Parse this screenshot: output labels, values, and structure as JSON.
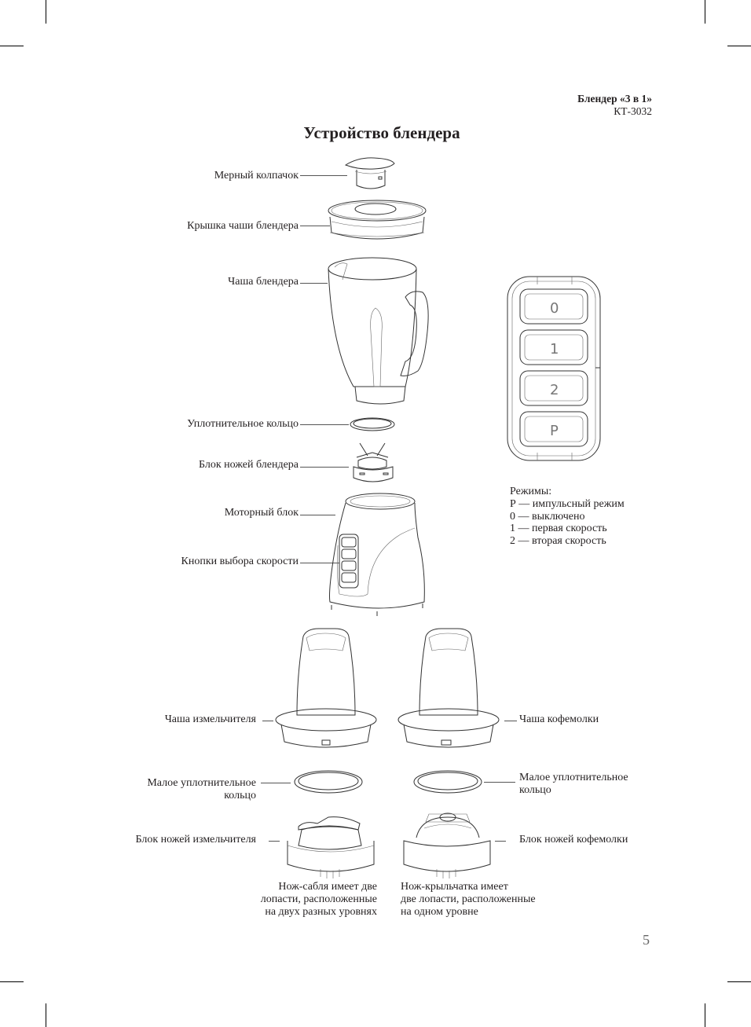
{
  "header": {
    "product_title": "Блендер «3 в 1»",
    "model": "КТ-3032"
  },
  "page_title": "Устройство блендера",
  "blender_parts": [
    {
      "label": "Мерный колпачок",
      "icon": "measuring-cap-icon"
    },
    {
      "label": "Крышка чаши блендера",
      "icon": "jar-lid-icon"
    },
    {
      "label": "Чаша блендера",
      "icon": "blender-jar-icon"
    },
    {
      "label": "Уплотнительное  кольцо",
      "icon": "sealing-ring-icon"
    },
    {
      "label": "Блок ножей блендера",
      "icon": "blade-unit-icon"
    },
    {
      "label": "Моторный блок",
      "icon": "motor-base-icon"
    },
    {
      "label": "Кнопки выбора скорости",
      "icon": "speed-buttons-icon"
    }
  ],
  "control_panel": {
    "buttons": [
      "0",
      "1",
      "2",
      "P"
    ]
  },
  "modes": {
    "title": "Режимы:",
    "items": [
      "Р — импульсный режим",
      "0 — выключено",
      "1 — первая скорость",
      "2 — вторая скорость"
    ]
  },
  "chopper": {
    "bowl_label": "Чаша измельчителя",
    "ring_label_line1": "Малое уплотнительное",
    "ring_label_line2": "кольцо",
    "blade_label": "Блок ножей измельчителя",
    "note": [
      "Нож-сабля имеет две",
      "лопасти, расположенные",
      "на двух разных уровнях"
    ]
  },
  "grinder": {
    "bowl_label": "Чаша кофемолки",
    "ring_label_line1": "Малое уплотнительное",
    "ring_label_line2": "кольцо",
    "blade_label": "Блок ножей кофемолки",
    "note": [
      "Нож-крыльчатка имеет",
      "две лопасти, расположенные",
      "на одном уровне"
    ]
  },
  "page_number": "5"
}
